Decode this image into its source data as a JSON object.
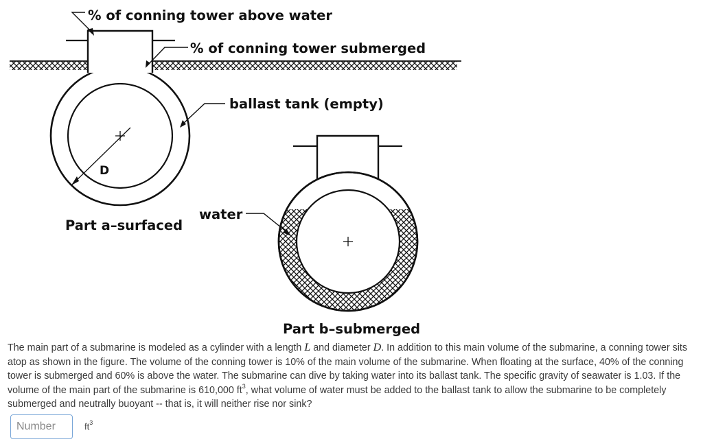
{
  "figure": {
    "label_tower_above": "% of conning tower above water",
    "label_tower_submerged": "% of conning tower submerged",
    "label_ballast": "ballast tank (empty)",
    "label_d": "D",
    "label_part_a": "Part a–surfaced",
    "label_water": "water",
    "label_part_b": "Part b–submerged"
  },
  "problem": {
    "t1": "The main part of a submarine is modeled as a cylinder with a length ",
    "var_l": "L",
    "t2": " and diameter ",
    "var_d": "D",
    "t3": ". In addition to this main volume of the submarine, a conning tower sits atop as shown in the figure. The volume of the conning tower is 10% of the main volume of the submarine. When floating at the surface, 40% of the conning tower is submerged and 60% is above the water.  The submarine can dive by taking water into its ballast tank. The specific gravity of seawater is 1.03. If the volume of the main part of the submarine is 610,000 ft",
    "sup1": "3",
    "t4": ", what volume of water must be added to the ballast tank to allow the submarine to be completely submerged and neutrally buoyant -- that is, it will neither rise nor sink?"
  },
  "answer": {
    "placeholder": "Number",
    "value": "",
    "unit": "ft",
    "unit_sup": "3"
  }
}
